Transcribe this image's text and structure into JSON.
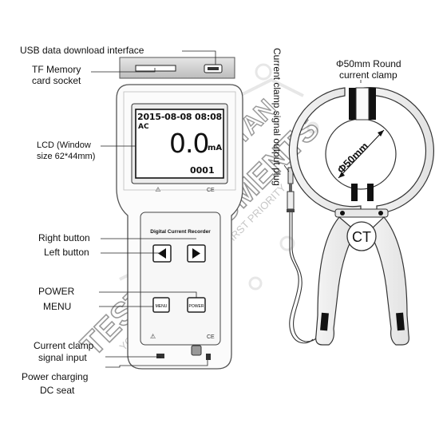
{
  "labels": {
    "usb": "USB data download interface",
    "tf_line1": "TF Memory",
    "tf_line2": "card socket",
    "lcd_line1": "LCD (Window",
    "lcd_line2": "size 62*44mm)",
    "right_button": "Right button",
    "left_button": "Left button",
    "power": "POWER",
    "menu": "MENU",
    "clamp_input_line1": "Current clamp",
    "clamp_input_line2": "signal input",
    "charging_line1": "Power charging",
    "charging_line2": "DC seat",
    "output_plug": "Current clamp signal output plug",
    "round_clamp_line1": "Φ50mm Round",
    "round_clamp_line2": "current clamp"
  },
  "lcd": {
    "datetime": "2015-08-08 08:08",
    "mode": "AC",
    "value": "0.0",
    "unit": "mA",
    "index": "0001"
  },
  "device": {
    "panel_title": "Digital Current Recorder",
    "menu_key": "MENU",
    "power_key": "POWER",
    "ce_mark": "CE"
  },
  "clamp": {
    "ct_label": "CT",
    "diameter_label": "Φ50mm"
  },
  "watermark": {
    "line1": "PAKISTAN",
    "line2": "TEST INSTRUMENTS",
    "line3": "YOUR SATISFACTION IS OUR FIRST PRIORITY"
  }
}
